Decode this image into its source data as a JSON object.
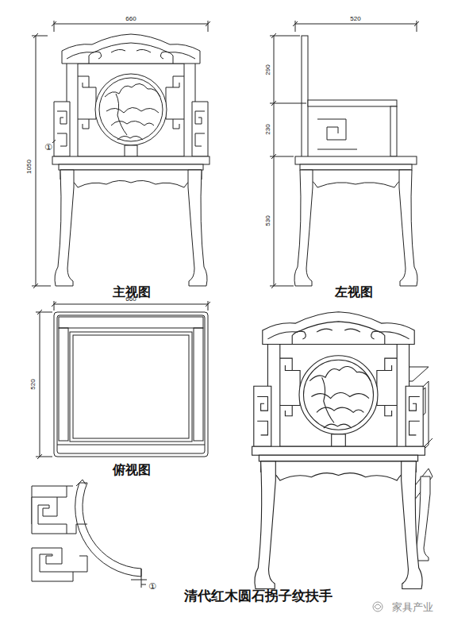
{
  "diagram": {
    "caption": "清代红木圆石拐子纹扶手",
    "labels": [
      "660",
      "1050",
      "①",
      "主视图",
      "520",
      "290",
      "230",
      "530",
      "左视图",
      "660",
      "520",
      "俯视图",
      "①",
      "家具产业"
    ]
  }
}
